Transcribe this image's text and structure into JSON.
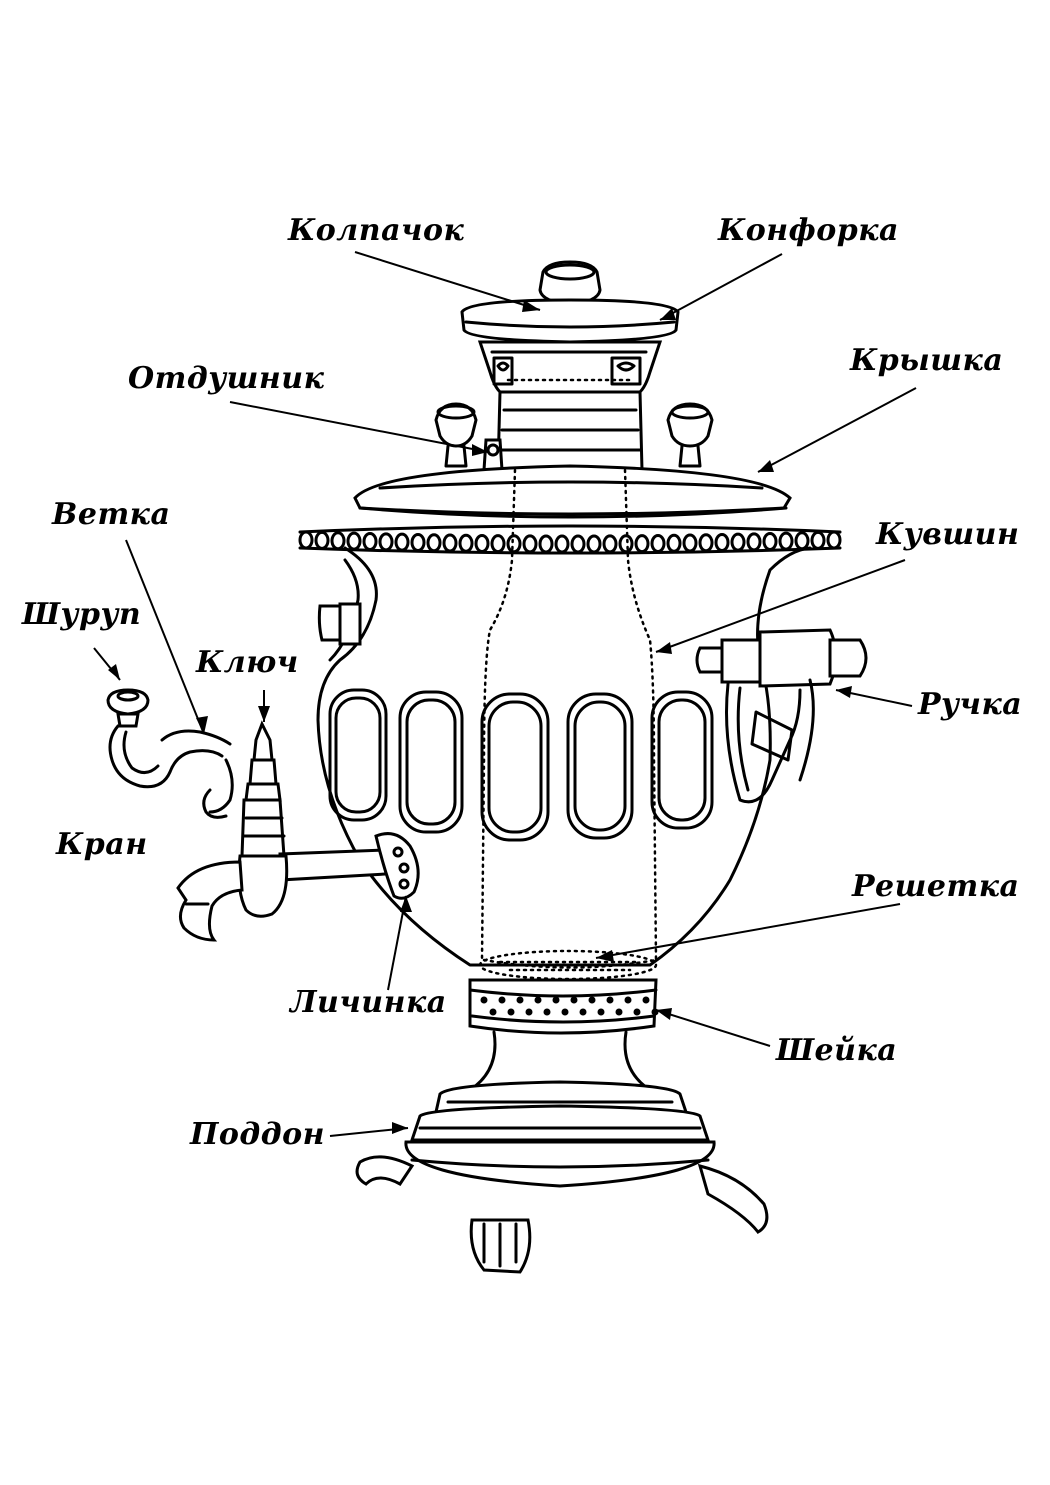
{
  "labels": {
    "kolpachok": "Колпачок",
    "konforka": "Конфорка",
    "otdushnik": "Отдушник",
    "kryshka": "Крышка",
    "vetka": "Ветка",
    "kuvshin": "Кувшин",
    "shurup": "Шуруп",
    "klyuch": "Ключ",
    "ruchka": "Ручка",
    "kran": "Кран",
    "reshetka": "Решетка",
    "lichinka": "Личинка",
    "sheyka": "Шейка",
    "poddon": "Поддон"
  },
  "colors": {
    "ink": "#000000",
    "paper": "#ffffff"
  }
}
